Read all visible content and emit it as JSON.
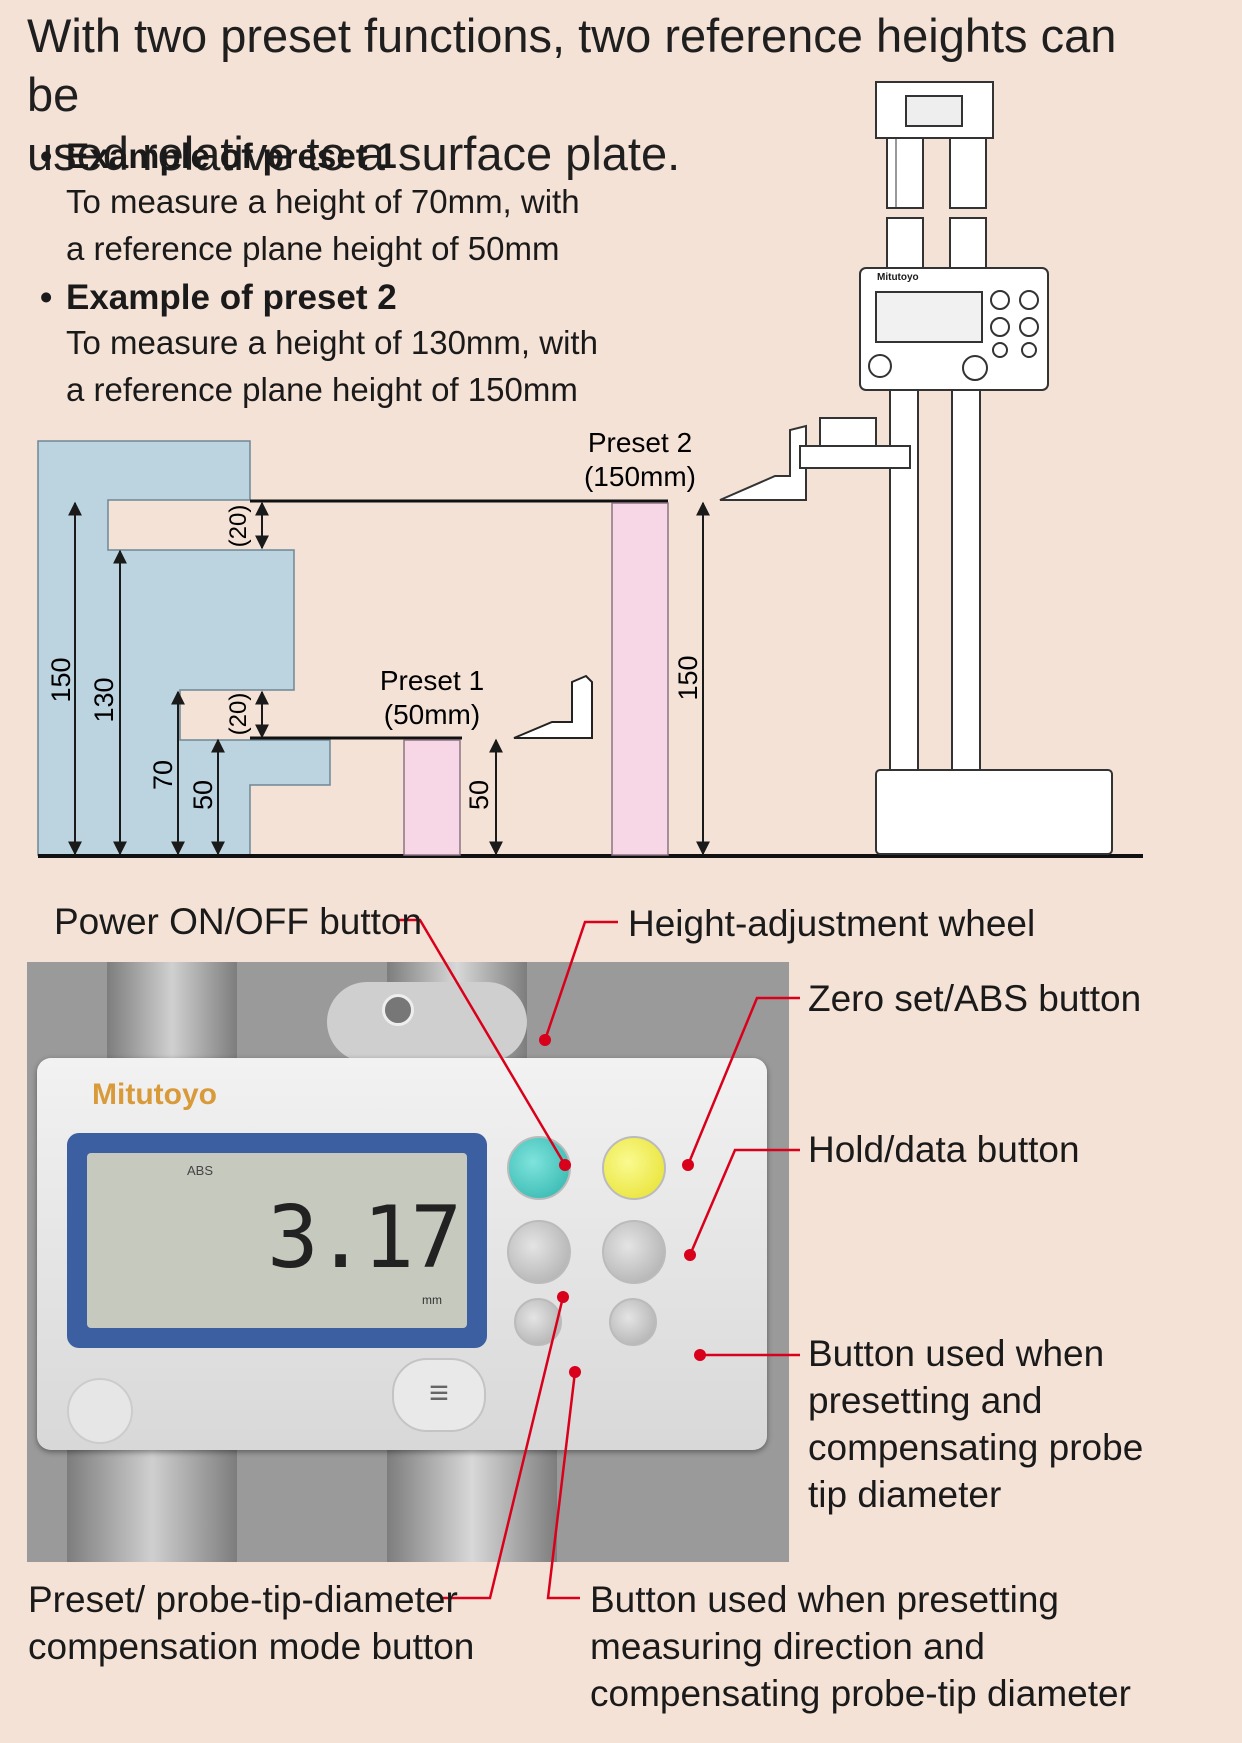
{
  "heading": {
    "line1": "With two preset functions, two reference heights can be",
    "line2": "used relative to a surface plate."
  },
  "examples": [
    {
      "title": "Example of preset 1",
      "line1": "To measure a height of 70mm, with",
      "line2": "a reference plane height of 50mm"
    },
    {
      "title": "Example of preset 2",
      "line1": "To measure a height of 130mm, with",
      "line2": "a reference plane height of 150mm"
    }
  ],
  "diagram": {
    "preset1_label": "Preset 1",
    "preset1_value": "(50mm)",
    "preset2_label": "Preset 2",
    "preset2_value": "(150mm)",
    "dim_150": "150",
    "dim_130": "130",
    "dim_70": "70",
    "dim_50": "50",
    "dim_20_upper": "(20)",
    "dim_20_lower": "(20)",
    "dim_50_preset": "50",
    "dim_150_preset": "150"
  },
  "display": {
    "brand": "Mitutoyo",
    "reading": "3.17",
    "abs_indicator": "ABS",
    "unit": "mm"
  },
  "callouts": {
    "power": "Power ON/OFF button",
    "wheel": "Height-adjustment wheel",
    "zero": "Zero set/ABS button",
    "hold": "Hold/data button",
    "preset_comp_1": "Button used when",
    "preset_comp_2": "presetting and",
    "preset_comp_3": "compensating probe",
    "preset_comp_4": "tip diameter",
    "mode_1": "Preset/ probe-tip-diameter",
    "mode_2": "compensation mode button",
    "direction_1": "Button used when presetting",
    "direction_2": "measuring direction and",
    "direction_3": "compensating probe-tip diameter"
  },
  "colors": {
    "background": "#f5e2d6",
    "workpiece": "#bcd3e0",
    "preset_gauge": "#f7d6e6",
    "leader": "#d9001b",
    "power_button": "#2bb3ab",
    "zero_button": "#e6e02a"
  }
}
